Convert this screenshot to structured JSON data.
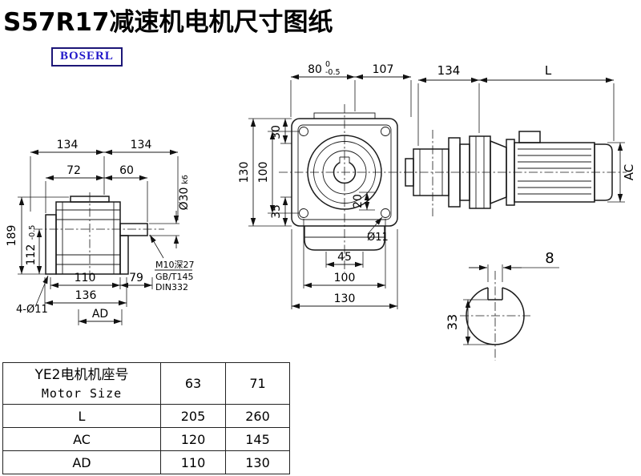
{
  "page": {
    "title": "S57R17减速机电机尺寸图纸",
    "logo": "BOSERL"
  },
  "left_view": {
    "dim_134_left": "134",
    "dim_134_right": "134",
    "dim_72": "72",
    "dim_60": "60",
    "dim_189": "189",
    "dim_112": "112",
    "dim_112_tol": "-0.5",
    "shaft_dia": "Ø30",
    "shaft_fit": "k6",
    "dim_110": "110",
    "dim_79": "79",
    "dim_136": "136",
    "dim_ad": "AD",
    "holes_note": "4-Ø11",
    "tap_note_line1": "M10深27",
    "tap_note_line2": "GB/T145",
    "tap_note_line3": "DIN332"
  },
  "front_view": {
    "dim_80": "80",
    "dim_80_tol_upper": "0",
    "dim_80_tol_lower": "-0.5",
    "dim_107": "107",
    "dim_130_left": "130",
    "dim_100_left": "100",
    "dim_30": "30",
    "dim_35": "35",
    "dim_20": "20",
    "dim_45": "45",
    "dim_100_bottom": "100",
    "dim_130_bottom": "130",
    "hole_note": "Ø11"
  },
  "motor_view": {
    "dim_134": "134",
    "dim_l": "L",
    "dim_ac": "AC"
  },
  "shaft_section": {
    "key_width": "8",
    "dim_33": "33"
  },
  "table": {
    "header": {
      "title_cn": "YE2电机机座号",
      "title_en": "Motor Size",
      "size1": "63",
      "size2": "71"
    },
    "rows": [
      {
        "label": "L",
        "v1": "205",
        "v2": "260"
      },
      {
        "label": "AC",
        "v1": "120",
        "v2": "145"
      },
      {
        "label": "AD",
        "v1": "110",
        "v2": "130"
      }
    ]
  }
}
